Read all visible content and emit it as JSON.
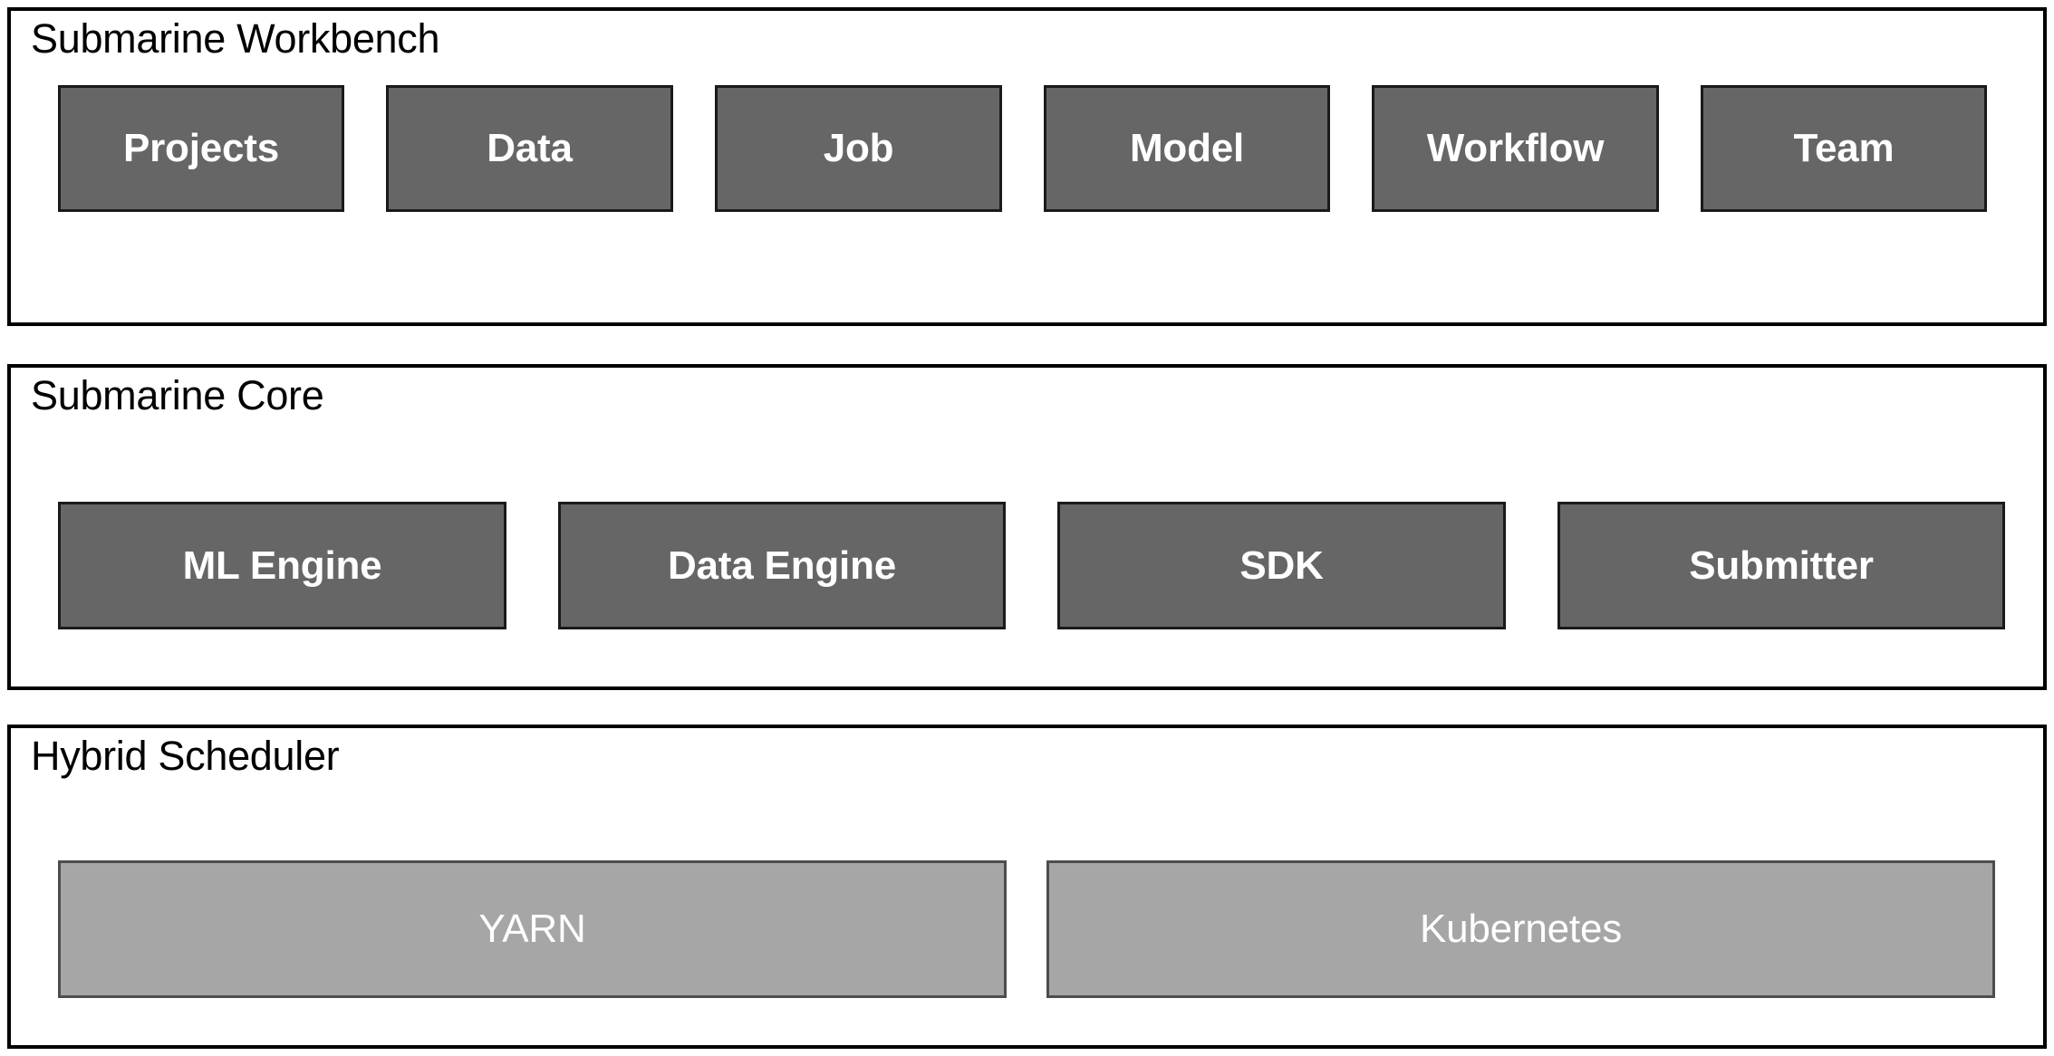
{
  "diagram": {
    "background_color": "#ffffff",
    "border_color": "#000000",
    "node_dark_color": "#666666",
    "node_light_color": "#a6a6a6",
    "node_text_color": "#ffffff",
    "title_text_color": "#000000"
  },
  "layers": [
    {
      "title": "Submarine Workbench",
      "nodes": [
        {
          "label": "Projects"
        },
        {
          "label": "Data"
        },
        {
          "label": "Job"
        },
        {
          "label": "Model"
        },
        {
          "label": "Workflow"
        },
        {
          "label": "Team"
        }
      ]
    },
    {
      "title": "Submarine Core",
      "nodes": [
        {
          "label": "ML Engine"
        },
        {
          "label": "Data Engine"
        },
        {
          "label": "SDK"
        },
        {
          "label": "Submitter"
        }
      ]
    },
    {
      "title": "Hybrid Scheduler",
      "nodes": [
        {
          "label": "YARN"
        },
        {
          "label": "Kubernetes"
        }
      ]
    }
  ]
}
